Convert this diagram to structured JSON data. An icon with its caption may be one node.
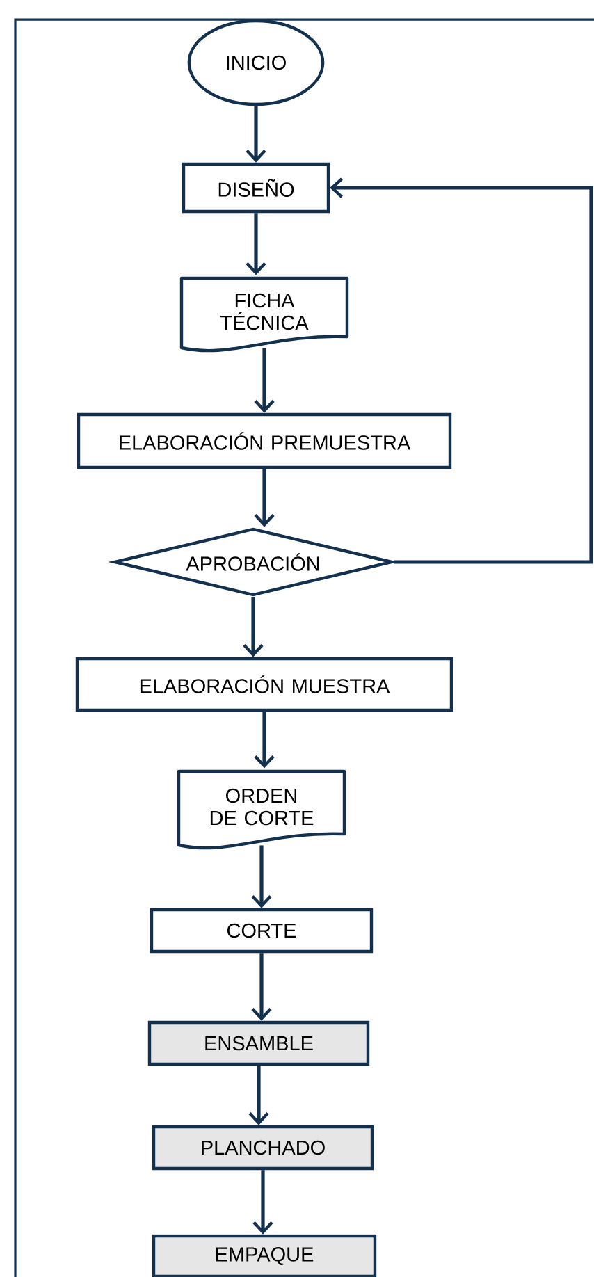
{
  "diagram": {
    "nodes": [
      {
        "text": [
          "INICIO"
        ]
      },
      {
        "text": [
          "DISEÑO"
        ]
      },
      {
        "text": [
          "FICHA TÉCNICA"
        ]
      },
      {
        "text": [
          "ELABORACIÓN PREMUESTRA"
        ]
      },
      {
        "text": [
          "APROBACIÓN"
        ]
      },
      {
        "text": [
          "ELABORACIÓN MUESTRA"
        ]
      },
      {
        "text": [
          "ORDEN DE CORTE"
        ]
      },
      {
        "text": [
          "CORTE"
        ]
      },
      {
        "text": [
          "ENSAMBLE"
        ]
      },
      {
        "text": [
          "PLANCHADO"
        ]
      },
      {
        "text": [
          "EMPAQUE"
        ]
      }
    ],
    "edges": [
      {
        "from": 0,
        "to": 1,
        "arrow": "to"
      },
      {
        "from": 1,
        "to": 2,
        "arrow": "to"
      },
      {
        "from": 2,
        "to": 3,
        "arrow": "to"
      },
      {
        "from": 3,
        "to": 4,
        "arrow": "to"
      },
      {
        "from": 4,
        "to": 5,
        "arrow": "to"
      },
      {
        "from": 4,
        "to": 1,
        "arrow": "to"
      },
      {
        "from": 5,
        "to": 6,
        "arrow": "to"
      },
      {
        "from": 6,
        "to": 7,
        "arrow": "to"
      },
      {
        "from": 7,
        "to": 8,
        "arrow": "to"
      },
      {
        "from": 8,
        "to": 9,
        "arrow": "to"
      },
      {
        "from": 9,
        "to": 10,
        "arrow": "to"
      }
    ]
  }
}
